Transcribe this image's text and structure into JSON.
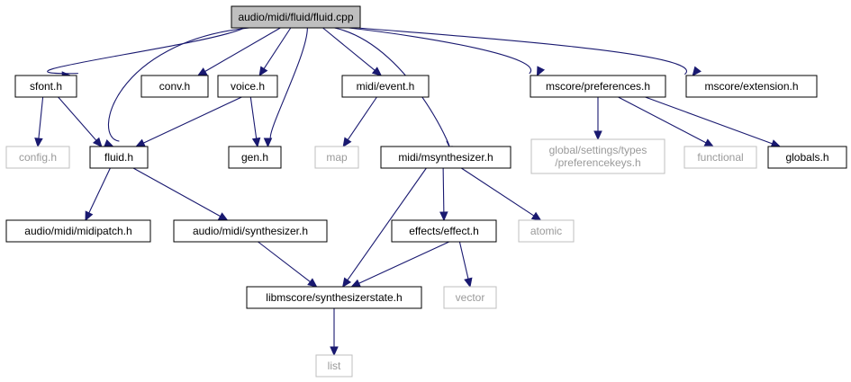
{
  "graph": {
    "colors": {
      "edge": "#191970",
      "root_fill": "#bfbfbf",
      "external_border": "#bfbfbf",
      "external_text": "#9a9a9a"
    },
    "nodes": {
      "root": {
        "label": "audio/midi/fluid/fluid.cpp",
        "kind": "root"
      },
      "sfont": {
        "label": "sfont.h",
        "kind": "file"
      },
      "conv": {
        "label": "conv.h",
        "kind": "file"
      },
      "voice": {
        "label": "voice.h",
        "kind": "file"
      },
      "event": {
        "label": "midi/event.h",
        "kind": "file"
      },
      "prefs": {
        "label": "mscore/preferences.h",
        "kind": "file"
      },
      "extension": {
        "label": "mscore/extension.h",
        "kind": "file"
      },
      "config": {
        "label": "config.h",
        "kind": "external"
      },
      "fluid": {
        "label": "fluid.h",
        "kind": "file"
      },
      "gen": {
        "label": "gen.h",
        "kind": "file"
      },
      "map": {
        "label": "map",
        "kind": "external"
      },
      "msynth": {
        "label": "midi/msynthesizer.h",
        "kind": "file"
      },
      "prefkeys": {
        "label": [
          "global/settings/types",
          "/preferencekeys.h"
        ],
        "kind": "external"
      },
      "functional": {
        "label": "functional",
        "kind": "external"
      },
      "globals": {
        "label": "globals.h",
        "kind": "file"
      },
      "midipatch": {
        "label": "audio/midi/midipatch.h",
        "kind": "file"
      },
      "synthesizer": {
        "label": "audio/midi/synthesizer.h",
        "kind": "file"
      },
      "effect": {
        "label": "effects/effect.h",
        "kind": "file"
      },
      "atomic": {
        "label": "atomic",
        "kind": "external"
      },
      "synthstate": {
        "label": "libmscore/synthesizerstate.h",
        "kind": "file"
      },
      "vector": {
        "label": "vector",
        "kind": "external"
      },
      "list": {
        "label": "list",
        "kind": "external"
      }
    },
    "edges": [
      [
        "root",
        "sfont"
      ],
      [
        "root",
        "fluid"
      ],
      [
        "root",
        "conv"
      ],
      [
        "root",
        "voice"
      ],
      [
        "root",
        "gen"
      ],
      [
        "root",
        "event"
      ],
      [
        "root",
        "msynth"
      ],
      [
        "root",
        "prefs"
      ],
      [
        "root",
        "extension"
      ],
      [
        "sfont",
        "config"
      ],
      [
        "sfont",
        "fluid"
      ],
      [
        "voice",
        "fluid"
      ],
      [
        "voice",
        "gen"
      ],
      [
        "event",
        "map"
      ],
      [
        "prefs",
        "prefkeys"
      ],
      [
        "prefs",
        "functional"
      ],
      [
        "prefs",
        "globals"
      ],
      [
        "fluid",
        "midipatch"
      ],
      [
        "fluid",
        "synthesizer"
      ],
      [
        "msynth",
        "synthstate"
      ],
      [
        "msynth",
        "effect"
      ],
      [
        "msynth",
        "atomic"
      ],
      [
        "synthesizer",
        "synthstate"
      ],
      [
        "effect",
        "synthstate"
      ],
      [
        "effect",
        "vector"
      ],
      [
        "synthstate",
        "list"
      ]
    ]
  }
}
